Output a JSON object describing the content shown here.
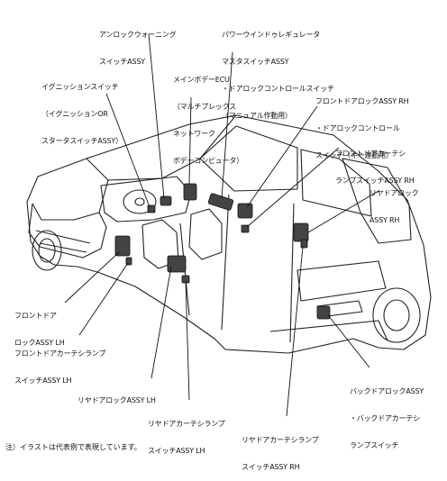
{
  "labels": {
    "unlock_warning": [
      "アンロックウォーニング",
      "スイッチASSY"
    ],
    "power_window": [
      "パワーウインドゥレギュレータ",
      "マスタスイッチASSY",
      "・ドアロックコントロールスイッチ",
      "（マニュアル作動用）"
    ],
    "main_body_ecu": [
      "メインボデーECU",
      "（マルチプレックス",
      "ネットワーク",
      "ボデーコンピュータ）"
    ],
    "ignition_switch": [
      "イグニッションスイッチ",
      "（イグニッションOR",
      "スタータスイッチASSY）"
    ],
    "front_door_lock_rh": [
      "フロントドアロックASSY RH",
      "・ドアロックコントロール",
      "スイッチ（キー連動用）"
    ],
    "front_courtesy_rh": [
      "フロントドアカーテシ",
      "ランプスイッチASSY RH"
    ],
    "rear_door_lock_rh": [
      "リヤドアロック",
      "ASSY RH"
    ],
    "front_door_lock_lh": [
      "フロントドア",
      "ロックASSY LH"
    ],
    "front_courtesy_lh": [
      "フロントドアカーテシランプ",
      "スイッチASSY LH"
    ],
    "rear_door_lock_lh": [
      "リヤドアロックASSY LH"
    ],
    "rear_courtesy_lh": [
      "リヤドアカーテシランプ",
      "スイッチASSY LH"
    ],
    "back_door_lock": [
      "バックドアロックASSY",
      "・バックドアカーテシ",
      "ランプスイッチ"
    ],
    "rear_courtesy_rh": [
      "リヤドアカーテシランプ",
      "スイッチASSY RH"
    ]
  },
  "footnote": "注）イラストは代表例で表現しています。"
}
